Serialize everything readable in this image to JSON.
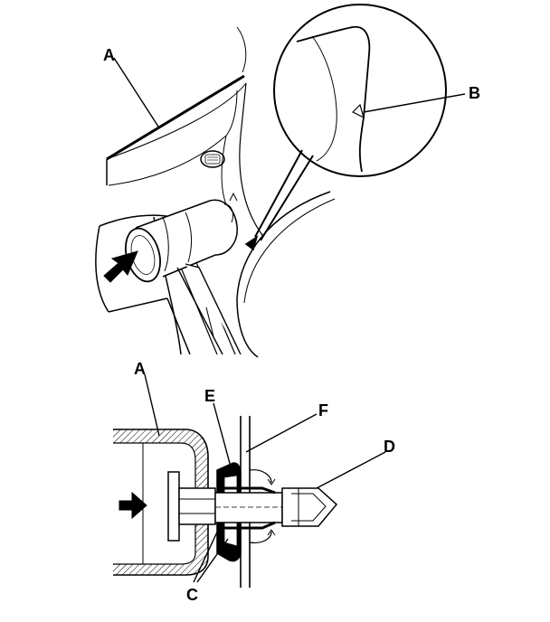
{
  "callouts": {
    "top_a": "A",
    "top_b": "B",
    "bottom_a": "A",
    "bottom_e": "E",
    "bottom_f": "F",
    "bottom_d": "D",
    "bottom_c": "C"
  },
  "icons": {
    "mallet": "mallet-icon",
    "push_arrow": "arrow-right-icon",
    "magnifier": "detail-circle-icon",
    "clip": "push-clip-icon"
  }
}
